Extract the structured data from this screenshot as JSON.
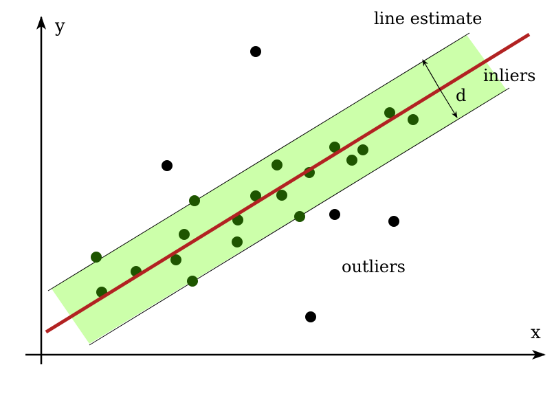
{
  "labels": {
    "y_axis": "y",
    "x_axis": "x",
    "line_estimate": "line estimate",
    "inliers": "inliers",
    "d": "d",
    "outliers": "outliers"
  },
  "colors": {
    "band_fill": "#ccffaa",
    "band_edge": "#000000",
    "line": "#b22222",
    "inlier": "#1e5500",
    "outlier": "#000000"
  }
}
